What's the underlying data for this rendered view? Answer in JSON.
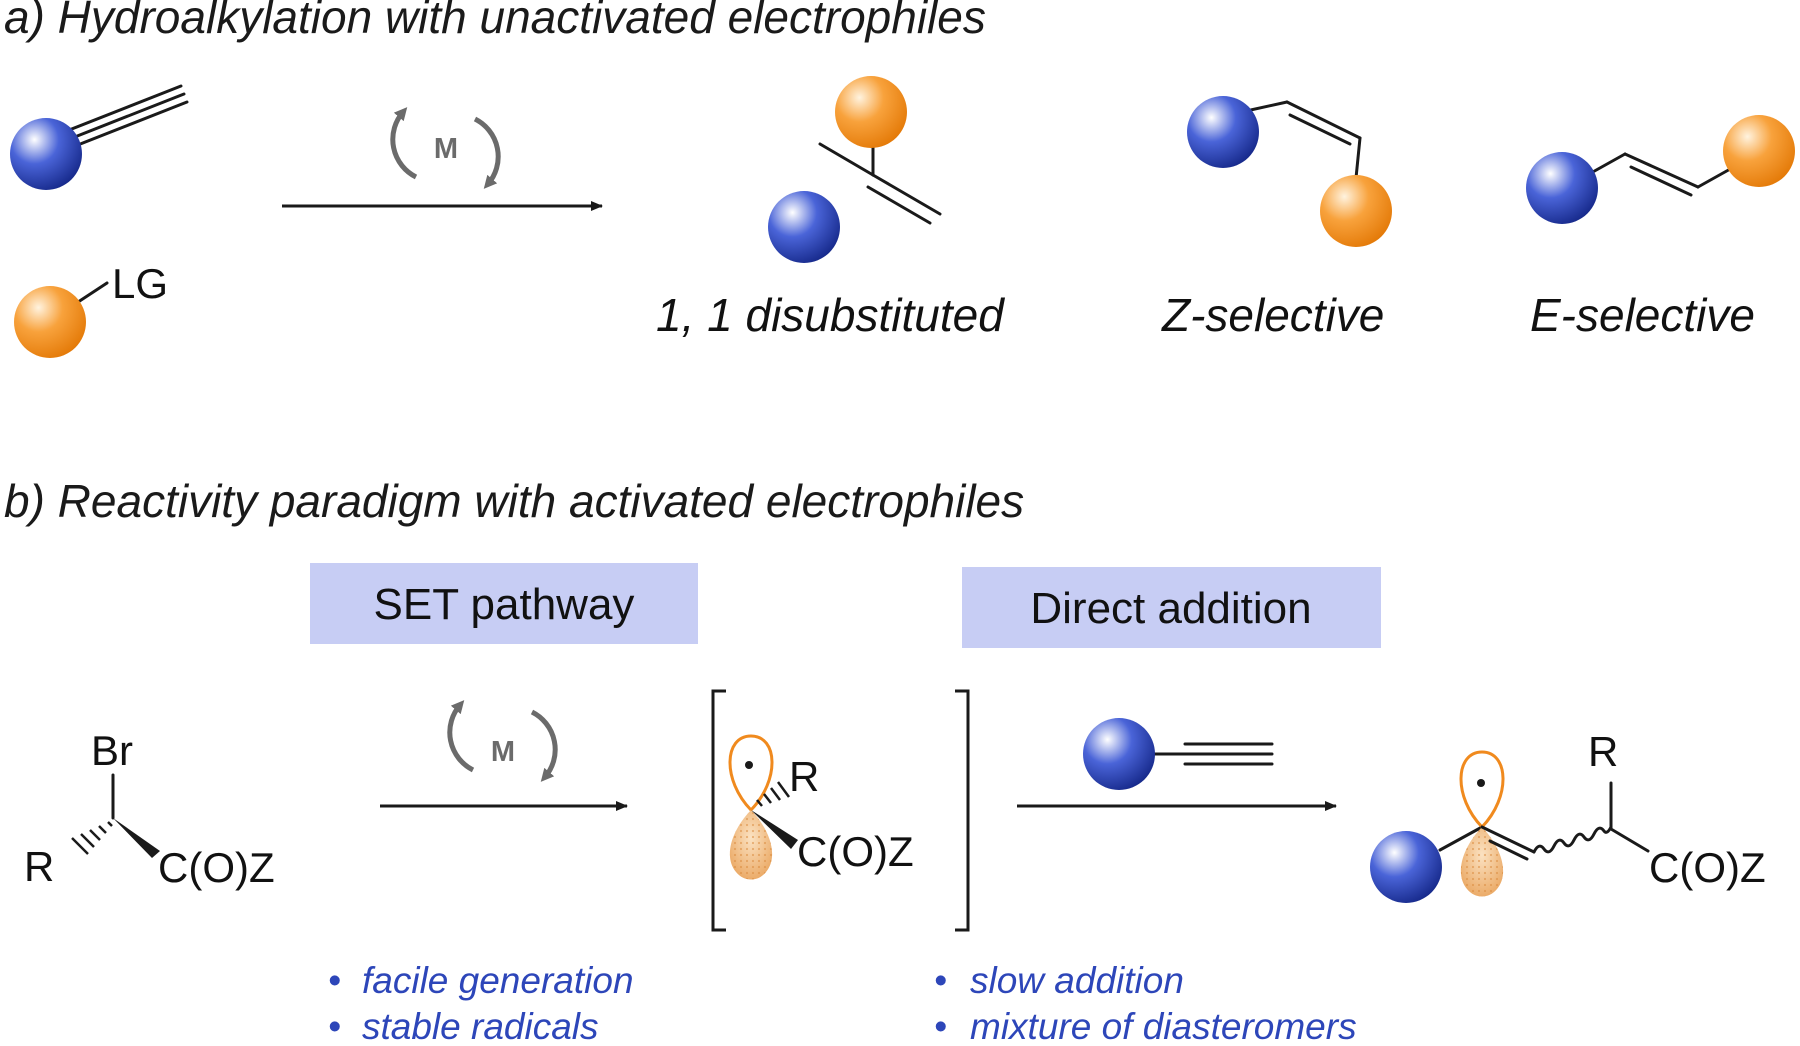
{
  "part_a": {
    "header": "a) Hydroalkylation with unactivated electrophiles",
    "leaving_group": "LG",
    "metal": "M",
    "captions": [
      "1, 1 disubstituted",
      "Z-selective",
      "E-selective"
    ]
  },
  "part_b": {
    "header": "b) Reactivity paradigm with activated electrophiles",
    "set_box": "SET pathway",
    "direct_box": "Direct addition",
    "metal": "M",
    "labels": {
      "bromide_br": "Br",
      "bromide_r": "R",
      "bromide_coz": "C(O)Z",
      "radical_r": "R",
      "radical_coz": "C(O)Z",
      "product_r": "R",
      "product_coz": "C(O)Z"
    },
    "set_bullets": [
      "facile generation",
      "stable radicals"
    ],
    "direct_bullets": [
      "slow addition",
      "mixture of diasteromers"
    ]
  },
  "colors": {
    "blue_sphere": "#2440b0",
    "orange_sphere": "#f5921e",
    "box_fill": "#c7cdf4",
    "bullet_text": "#2d46b9",
    "metal_cycle": "#6b6b6b"
  }
}
